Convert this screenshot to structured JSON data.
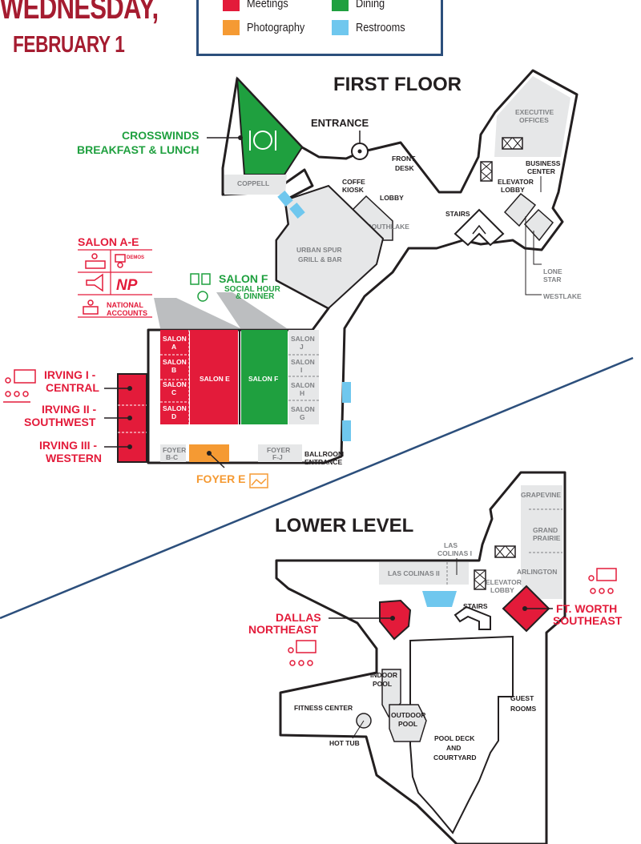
{
  "header": {
    "date_line1": "WEDNESDAY,",
    "date_line2": "FEBRUARY 1"
  },
  "legend": [
    {
      "label": "Meetings",
      "color": "#e31b3a"
    },
    {
      "label": "Dining",
      "color": "#1fa03f"
    },
    {
      "label": "Photography",
      "color": "#f59a33"
    },
    {
      "label": "Restrooms",
      "color": "#6fc7ee"
    }
  ],
  "colors": {
    "meetings": "#e31b3a",
    "dining": "#1fa03f",
    "photography": "#f59a33",
    "restrooms": "#6fc7ee",
    "room_gray": "#e6e7e8",
    "wall": "#231f20",
    "divider": "#2c4f7c"
  },
  "first_floor": {
    "title": "FIRST FLOOR",
    "entrance": "ENTRANCE",
    "front_desk": [
      "FRONT",
      "DESK"
    ],
    "executive_offices": [
      "EXECUTIVE",
      "OFFICES"
    ],
    "business_center": [
      "BUSINESS",
      "CENTER"
    ],
    "elevator_lobby": [
      "ELEVATOR",
      "LOBBY"
    ],
    "coffee_kiosk": [
      "COFFE",
      "KIOSK"
    ],
    "lobby": "LOBBY",
    "southlake": "SOUTHLAKE",
    "coppell": "COPPELL",
    "urban_spur": [
      "URBAN SPUR",
      "GRILL & BAR"
    ],
    "stairs": "STAIRS",
    "lone_star": [
      "LONE",
      "STAR"
    ],
    "westlake": "WESTLAKE",
    "crosswinds": [
      "CROSSWINDS",
      "BREAKFAST & LUNCH"
    ],
    "salon_ae": {
      "title": "SALON A-E",
      "demos": "DEMOS",
      "np_logo": "NP",
      "national_accounts": [
        "NATIONAL",
        "ACCOUNTS"
      ]
    },
    "salon_f_callout": [
      "SALON F",
      "SOCIAL HOUR",
      "& DINNER"
    ],
    "salons_small": [
      [
        "SALON",
        "A"
      ],
      [
        "SALON",
        "B"
      ],
      [
        "SALON",
        "C"
      ],
      [
        "SALON",
        "D"
      ]
    ],
    "salon_e": "SALON E",
    "salon_f": "SALON F",
    "salons_gray": [
      [
        "SALON",
        "J"
      ],
      [
        "SALON",
        "I"
      ],
      [
        "SALON",
        "H"
      ],
      [
        "SALON",
        "G"
      ]
    ],
    "irving": [
      [
        "IRVING I -",
        "CENTRAL"
      ],
      [
        "IRVING II -",
        "SOUTHWEST"
      ],
      [
        "IRVING III -",
        "WESTERN"
      ]
    ],
    "foyer_bc": [
      "FOYER",
      "B-C"
    ],
    "foyer_fj": [
      "FOYER",
      "F-J"
    ],
    "foyer_e": "FOYER E",
    "ballroom_entrance": [
      "BALLROOM",
      "ENTRANCE"
    ]
  },
  "lower_level": {
    "title": "LOWER LEVEL",
    "grapevine": "GRAPEVINE",
    "grand_prairie": [
      "GRAND",
      "PRAIRIE"
    ],
    "arlington": "ARLINGTON",
    "las_colinas_i": [
      "LAS",
      "COLINAS I"
    ],
    "las_colinas_ii": "LAS COLINAS II",
    "elevator_lobby": [
      "ELEVATOR",
      "LOBBY"
    ],
    "stairs": "STAIRS",
    "dallas": [
      "DALLAS",
      "NORTHEAST"
    ],
    "ftworth": [
      "FT. WORTH",
      "SOUTHEAST"
    ],
    "indoor_pool": [
      "INDOOR",
      "POOL"
    ],
    "outdoor_pool": [
      "OUTDOOR",
      "POOL"
    ],
    "fitness_center": "FITNESS CENTER",
    "hot_tub": "HOT TUB",
    "guest_rooms": [
      "GUEST",
      "ROOMS"
    ],
    "pool_deck": [
      "POOL DECK",
      "AND",
      "COURTYARD"
    ]
  }
}
